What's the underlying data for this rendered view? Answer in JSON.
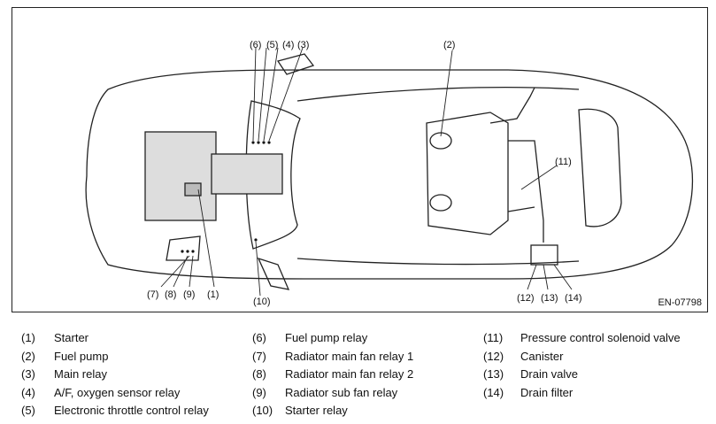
{
  "figure": {
    "code": "EN-07798",
    "callouts": {
      "c1": "(1)",
      "c2": "(2)",
      "c3": "(3)",
      "c4": "(4)",
      "c5": "(5)",
      "c6": "(6)",
      "c7": "(7)",
      "c8": "(8)",
      "c9": "(9)",
      "c10": "(10)",
      "c11": "(11)",
      "c12": "(12)",
      "c13": "(13)",
      "c14": "(14)"
    }
  },
  "legend": {
    "col1": [
      {
        "num": "(1)",
        "text": "Starter"
      },
      {
        "num": "(2)",
        "text": "Fuel pump"
      },
      {
        "num": "(3)",
        "text": "Main relay"
      },
      {
        "num": "(4)",
        "text": "A/F, oxygen sensor relay"
      },
      {
        "num": "(5)",
        "text": "Electronic throttle control relay"
      }
    ],
    "col2": [
      {
        "num": "(6)",
        "text": "Fuel pump relay"
      },
      {
        "num": "(7)",
        "text": "Radiator main fan relay 1"
      },
      {
        "num": "(8)",
        "text": "Radiator main fan relay 2"
      },
      {
        "num": "(9)",
        "text": "Radiator sub fan relay"
      },
      {
        "num": "(10)",
        "text": "Starter relay"
      }
    ],
    "col3": [
      {
        "num": "(11)",
        "text": "Pressure control solenoid valve"
      },
      {
        "num": "(12)",
        "text": "Canister"
      },
      {
        "num": "(13)",
        "text": "Drain valve"
      },
      {
        "num": "(14)",
        "text": "Drain filter"
      }
    ]
  }
}
